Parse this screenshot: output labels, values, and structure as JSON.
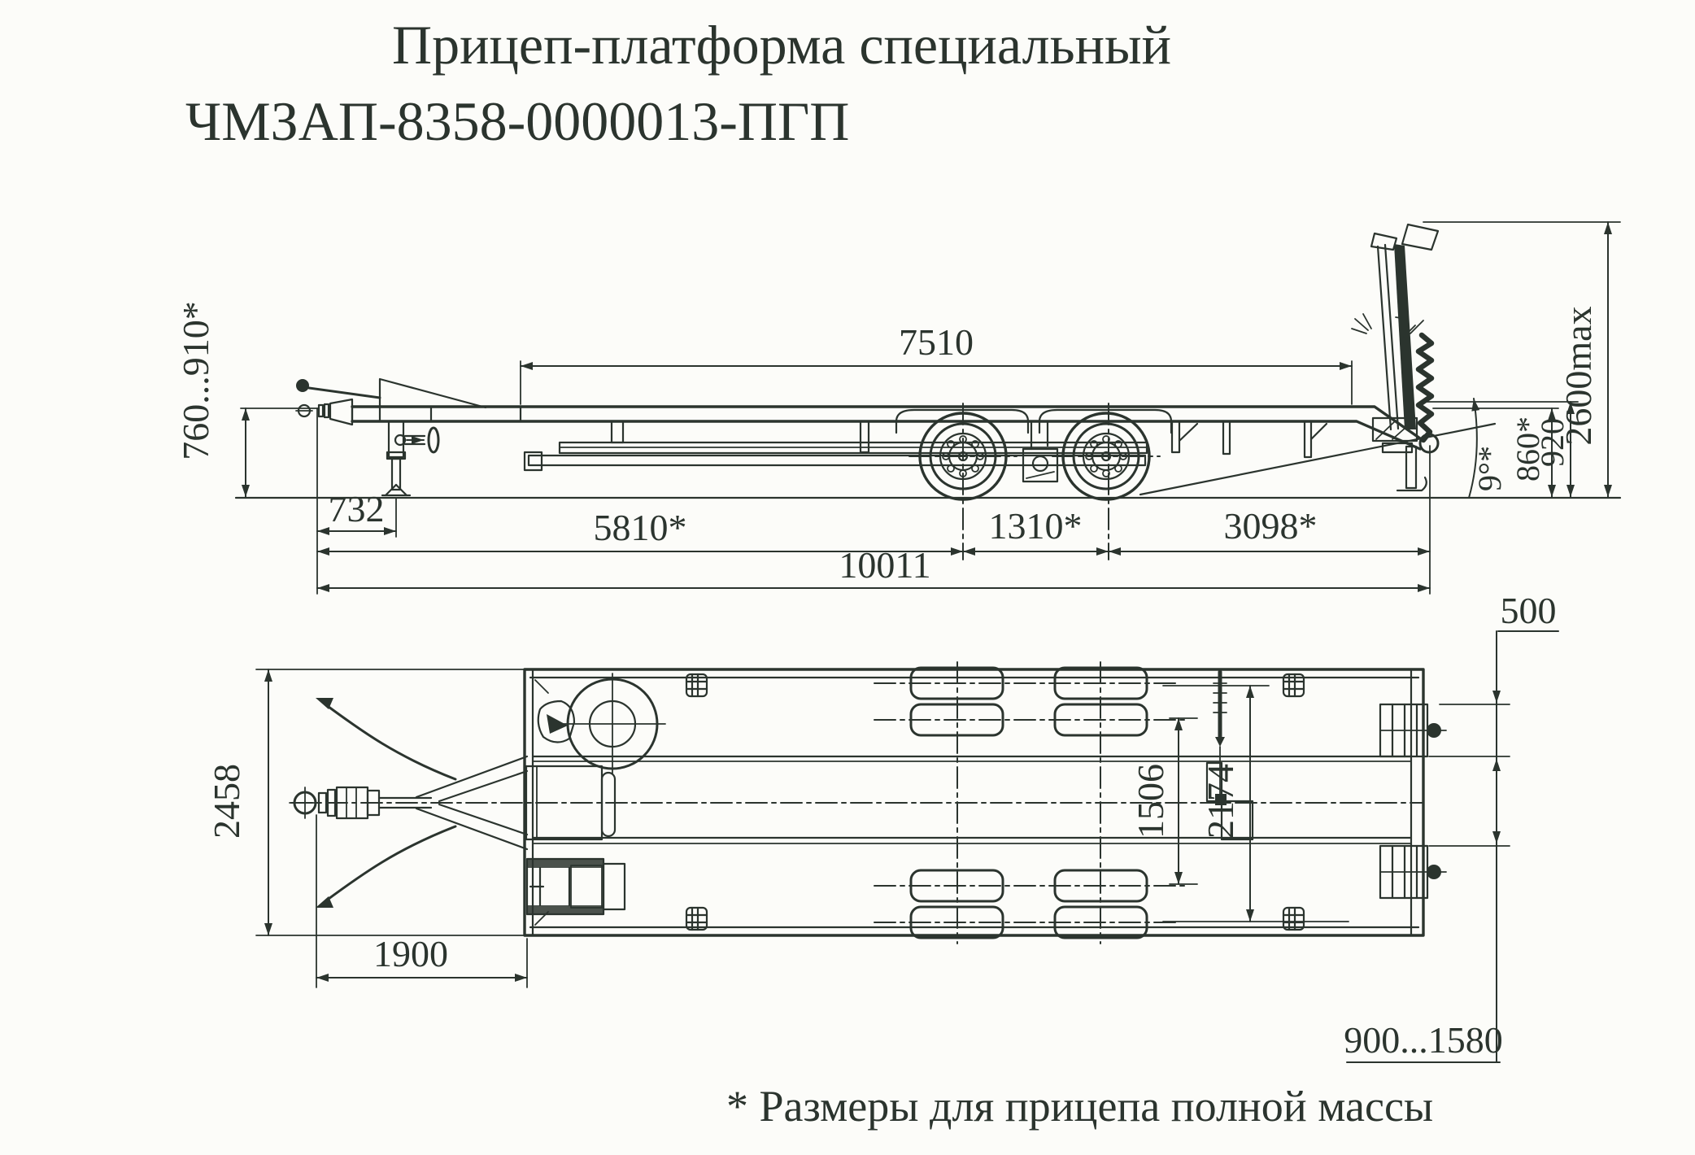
{
  "title": {
    "line1": "Прицеп-платформа специальный",
    "line2": "ЧМЗАП-8358-0000013-ПГП"
  },
  "footnote": "* Размеры для прицепа полной массы",
  "colors": {
    "ink": "#2b342e",
    "paper": "#fcfcf9"
  },
  "side_view": {
    "dims": {
      "deck_length": "7510",
      "hitch_height_range": "760...910*",
      "front_overhang": "732",
      "hitch_to_axle1": "5810*",
      "axle_spacing": "1310*",
      "axle2_to_rear": "3098*",
      "overall_length": "10011",
      "ramp_height_max": "2600max",
      "deck_height_loaded": "860*",
      "deck_height": "920",
      "ramp_angle": "9°*"
    }
  },
  "top_view": {
    "dims": {
      "overall_width": "2458",
      "hitch_to_platform": "1900",
      "track_inner": "1506",
      "track_outer": "2174",
      "ramp_width": "500",
      "ramp_spacing_range": "900...1580"
    }
  }
}
